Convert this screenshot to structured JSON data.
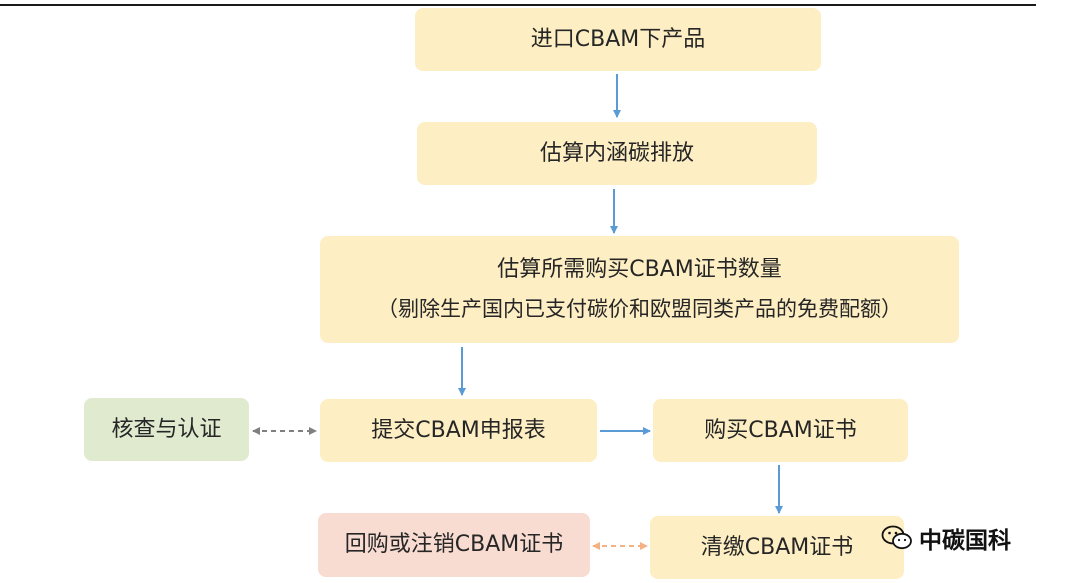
{
  "flow": {
    "import_products": "进口CBAM下产品",
    "estimate_emissions": "估算内涵碳排放",
    "estimate_certificates_line1": "估算所需购买CBAM证书数量",
    "estimate_certificates_line2": "（剔除生产国内已支付碳价和欧盟同类产品的免费配额）",
    "submit_report": "提交CBAM申报表",
    "buy_certificates": "购买CBAM证书",
    "verification": "核查与认证",
    "surrender_certificates": "清缴CBAM证书",
    "repurchase_cancel": "回购或注销CBAM证书"
  },
  "watermark": {
    "text": "中碳国科",
    "icon": "wechat-icon"
  },
  "colors": {
    "yellow_box": "#fdeec3",
    "green_box": "#dfeacf",
    "pink_box": "#f8dcd2",
    "blue_arrow": "#5b9bd5",
    "gray_arrow": "#808080",
    "orange_arrow": "#f4b183"
  }
}
